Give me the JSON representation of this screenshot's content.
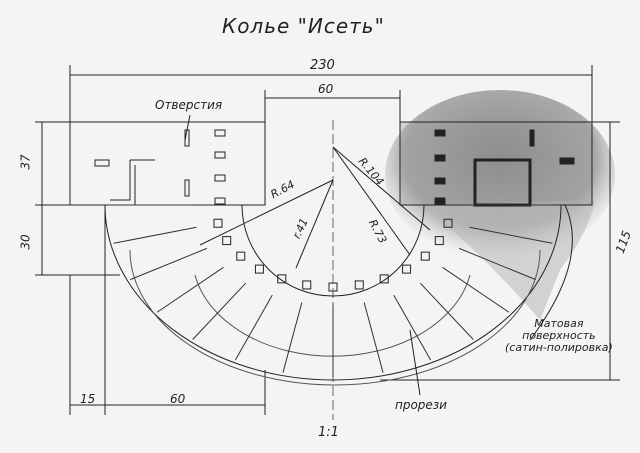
{
  "title": "Колье \"Исеть\"",
  "dimensions": {
    "total_width": "230",
    "top_width": "60",
    "height_upper": "37",
    "height_lower": "30",
    "total_height": "115",
    "bottom_left": "15",
    "bottom_mid": "60"
  },
  "radii": {
    "r1": "R.64",
    "r2": "r.41",
    "r3": "R.104",
    "r4": "R.73"
  },
  "labels": {
    "holes": "Отверстия",
    "matte_line1": "Матовая",
    "matte_line2": "поверхность",
    "matte_line3": "(сатин-полировка)",
    "slots": "прорези",
    "scale": "1:1"
  }
}
